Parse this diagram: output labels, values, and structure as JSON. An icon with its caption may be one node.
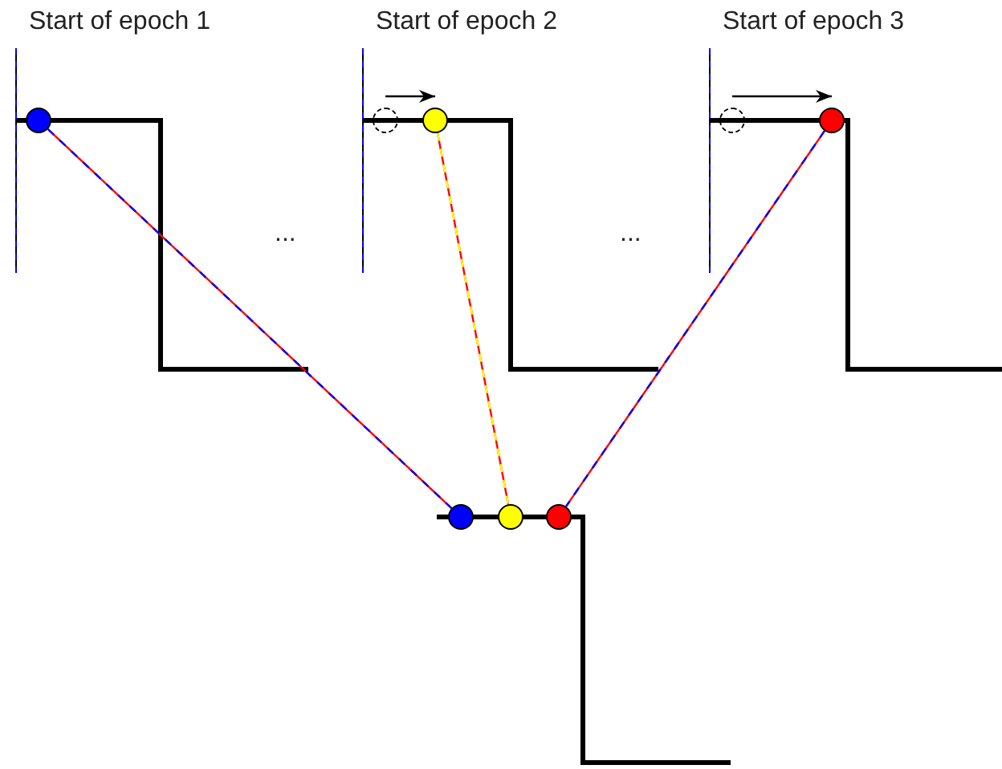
{
  "diagram": {
    "nodes": [
      {
        "text": [],
        "shape": "circle"
      },
      {
        "text": [],
        "shape": "circle"
      },
      {
        "text": [],
        "shape": "circle"
      },
      {
        "text": [],
        "shape": "circle"
      },
      {
        "text": [],
        "shape": "circle"
      },
      {
        "text": [],
        "shape": "circle"
      },
      {
        "text": [],
        "shape": "circle"
      },
      {
        "text": [],
        "shape": "circle"
      }
    ],
    "edges": [
      {
        "from": 0,
        "to": 5,
        "arrow": "none",
        "style": "dashed",
        "color": "#0000ff"
      },
      {
        "from": 2,
        "to": 6,
        "arrow": "none",
        "style": "dashed",
        "color": "#ffff00"
      },
      {
        "from": 4,
        "to": 7,
        "arrow": "none",
        "style": "dashed",
        "color": "#0000ff"
      },
      {
        "from": 1,
        "to": 2,
        "arrow": "to",
        "color": "#000000"
      },
      {
        "from": 3,
        "to": 4,
        "arrow": "to",
        "color": "#000000"
      }
    ],
    "labels": [
      "Start of epoch 1",
      "Start of epoch 2",
      "Start of epoch 3",
      "...",
      "..."
    ]
  }
}
